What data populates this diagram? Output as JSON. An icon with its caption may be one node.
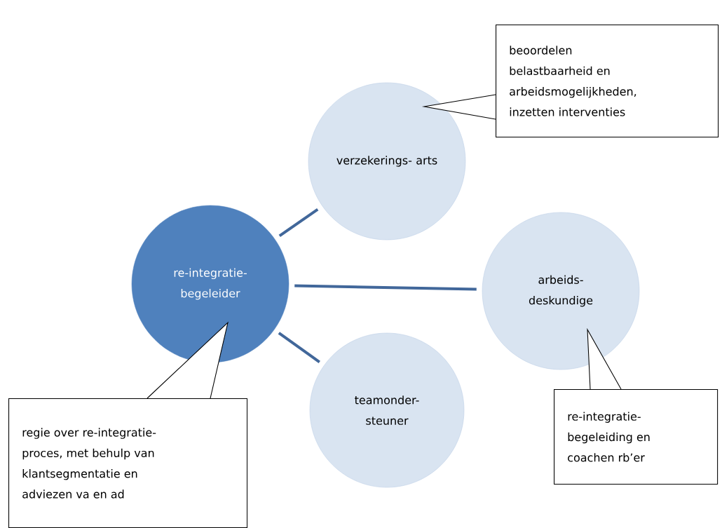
{
  "diagram": {
    "nodes": [
      {
        "text": [
          "re-integratie- begeleider"
        ]
      },
      {
        "text": [
          "verzekerings- arts"
        ]
      },
      {
        "text": [
          "arbeids- deskundige"
        ]
      },
      {
        "text": [
          "teamonder- steuner"
        ]
      },
      {
        "text": [
          "beoordelen belastbaarheid en arbeidsmogelijkheden, inzetten interventies"
        ]
      },
      {
        "text": [
          "regie over re-integratie- proces, met behulp van klantsegmentatie en adviezen va en ad"
        ]
      },
      {
        "text": [
          "re-integratie- begeleiding en coachen rb’er"
        ]
      }
    ],
    "edges": [
      {
        "from": 0,
        "to": 1,
        "arrow": "none"
      },
      {
        "from": 0,
        "to": 2,
        "arrow": "none"
      },
      {
        "from": 0,
        "to": 3,
        "arrow": "none"
      }
    ]
  }
}
